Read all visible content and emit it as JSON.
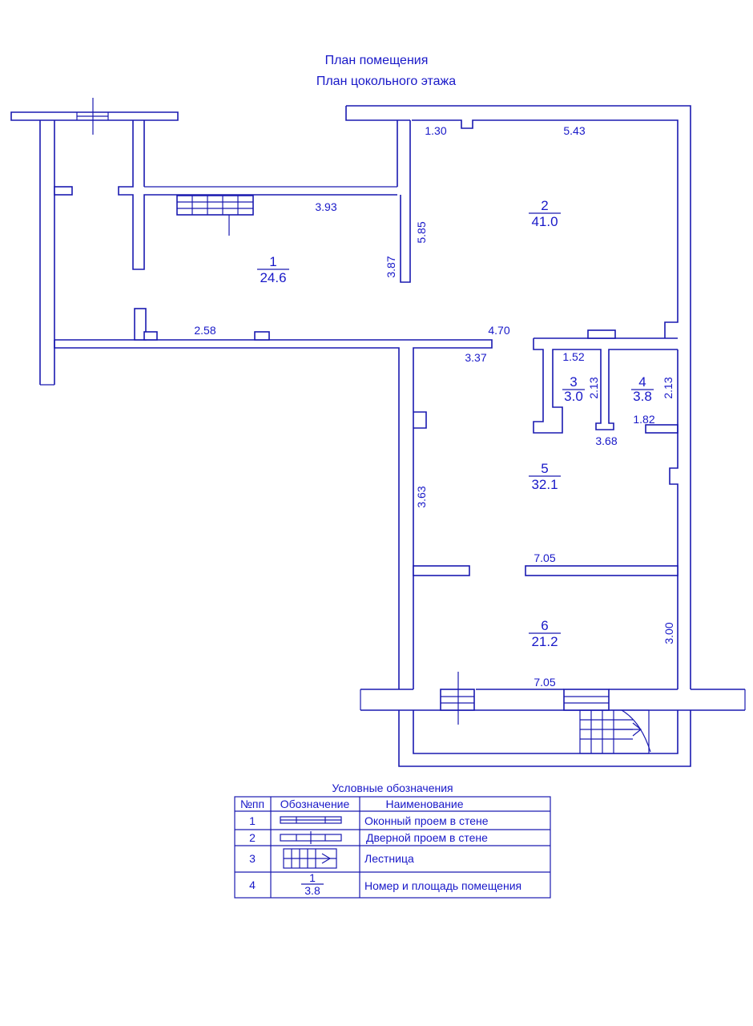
{
  "title": {
    "line1": "План помещения",
    "line2": "План цокольного этажа"
  },
  "dimensions": {
    "d_1_30": "1.30",
    "d_5_43": "5.43",
    "d_3_93": "3.93",
    "d_5_85": "5.85",
    "d_3_87": "3.87",
    "d_2_58": "2.58",
    "d_4_70": "4.70",
    "d_3_37": "3.37",
    "d_1_52": "1.52",
    "d_2_13_a": "2.13",
    "d_2_13_b": "2.13",
    "d_1_82": "1.82",
    "d_3_68": "3.68",
    "d_3_63": "3.63",
    "d_7_05_a": "7.05",
    "d_3_00": "3.00",
    "d_7_05_b": "7.05"
  },
  "rooms": [
    {
      "number": "1",
      "area": "24.6"
    },
    {
      "number": "2",
      "area": "41.0"
    },
    {
      "number": "3",
      "area": "3.0"
    },
    {
      "number": "4",
      "area": "3.8"
    },
    {
      "number": "5",
      "area": "32.1"
    },
    {
      "number": "6",
      "area": "21.2"
    }
  ],
  "legend": {
    "title": "Условные обозначения",
    "headers": [
      "№пп",
      "Обозначение",
      "Наименование"
    ],
    "rows": [
      {
        "num": "1",
        "symbol": "window-opening-icon",
        "name": "Оконный проем в стене"
      },
      {
        "num": "2",
        "symbol": "door-opening-icon",
        "name": "Дверной проем в стене"
      },
      {
        "num": "3",
        "symbol": "stairs-icon",
        "name": "Лестница"
      },
      {
        "num": "4",
        "symbol": "room-label-icon",
        "name": "Номер и площадь помещения",
        "sample_number": "1",
        "sample_area": "3.8"
      }
    ]
  },
  "colors": {
    "line": "#1a1ab0",
    "text": "#1818c8",
    "background": "#ffffff"
  }
}
